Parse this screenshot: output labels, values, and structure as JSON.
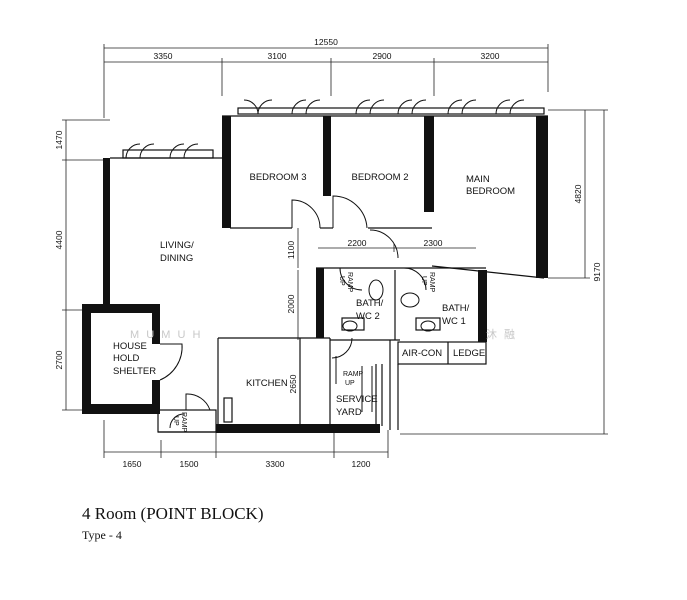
{
  "plan": {
    "overall_width": "12550",
    "top_dims": [
      "3350",
      "3100",
      "2900",
      "3200"
    ],
    "bottom_dims": [
      "1650",
      "1500",
      "3300",
      "1200"
    ],
    "left_dims": [
      "1470",
      "4400",
      "2700"
    ],
    "right_dims": [
      "4820",
      "9170"
    ],
    "inner_dims": {
      "bath_width_left": "2200",
      "bath_width_right": "2300",
      "corridor": "1100",
      "bath_height": "2000",
      "kitchen_height": "2650"
    },
    "rooms": {
      "bedroom3": "BEDROOM 3",
      "bedroom2": "BEDROOM 2",
      "main_bedroom_l1": "MAIN",
      "main_bedroom_l2": "BEDROOM",
      "living_l1": "LIVING/",
      "living_l2": "DINING",
      "bath2_l1": "BATH/",
      "bath2_l2": "WC 2",
      "bath1_l1": "BATH/",
      "bath1_l2": "WC 1",
      "shelter_l1": "HOUSE",
      "shelter_l2": "HOLD",
      "shelter_l3": "SHELTER",
      "kitchen": "KITCHEN",
      "service_l1": "SERVICE",
      "service_l2": "YARD",
      "aircon": "AIR-CON",
      "ledge": "LEDGE",
      "ramp": "RAMP",
      "up": "UP"
    },
    "watermark_left": "M U M U H",
    "watermark_right": "沐 融"
  },
  "caption": {
    "title": "4 Room (POINT BLOCK)",
    "subtitle": "Type - 4"
  }
}
